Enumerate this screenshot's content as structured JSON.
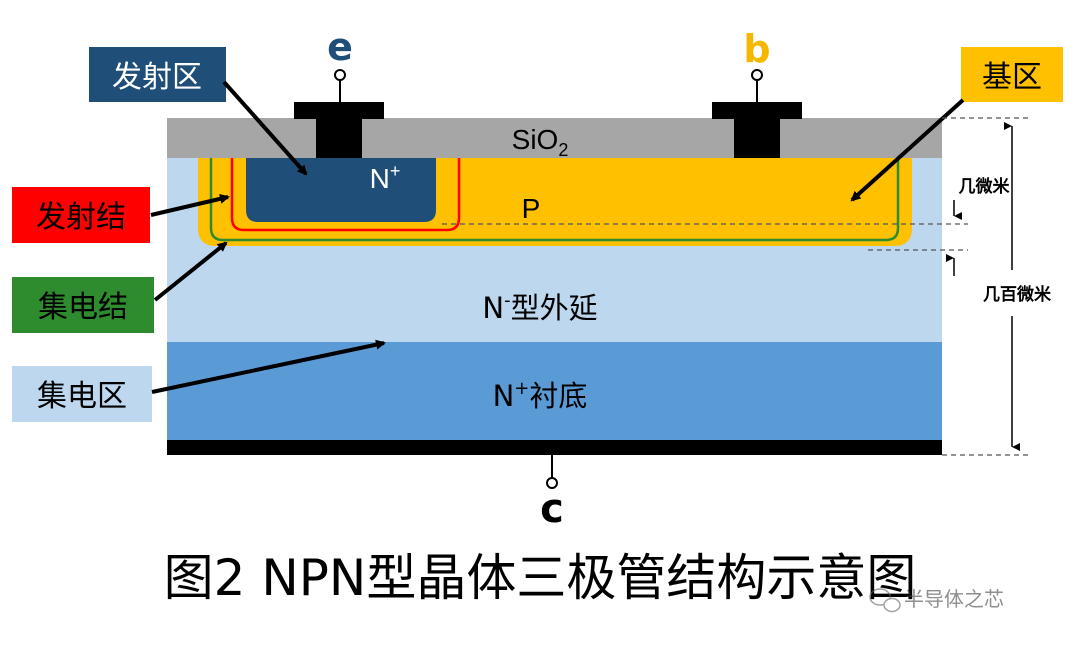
{
  "terminals": {
    "emitter": "e",
    "base": "b",
    "collector": "c"
  },
  "layers": {
    "oxide": "SiO",
    "oxide_sub": "2",
    "emitter_region": "N",
    "emitter_region_sup": "+",
    "base_region": "P",
    "epi_base": "N",
    "epi_sup": "-",
    "epi_rest": "型外延",
    "substrate_base": "N",
    "substrate_sup": "+",
    "substrate_rest": "衬底"
  },
  "callouts": {
    "emitter_area": "发射区",
    "base_area": "基区",
    "emitter_junction": "发射结",
    "collector_junction": "集电结",
    "collector_area": "集电区"
  },
  "dimensions": {
    "base_depth": "几微米",
    "total_depth": "几百微米"
  },
  "caption": "图2 NPN型晶体三极管结构示意图",
  "watermark": "半导体之芯",
  "colors": {
    "oxide": "#a6a6a6",
    "emitter_n_plus": "#1f4e79",
    "base_p": "#ffc000",
    "epi": "#bdd7ee",
    "substrate": "#5b9bd5",
    "metal": "#000000",
    "emitter_label_bg": "#1f4e79",
    "base_label_bg": "#ffc000",
    "emitter_junction_bg": "#ff0000",
    "collector_junction_bg": "#2e8b2e",
    "collector_area_bg": "#bdd7ee",
    "terminal_e": "#1f4e79",
    "terminal_b": "#f5b800"
  }
}
